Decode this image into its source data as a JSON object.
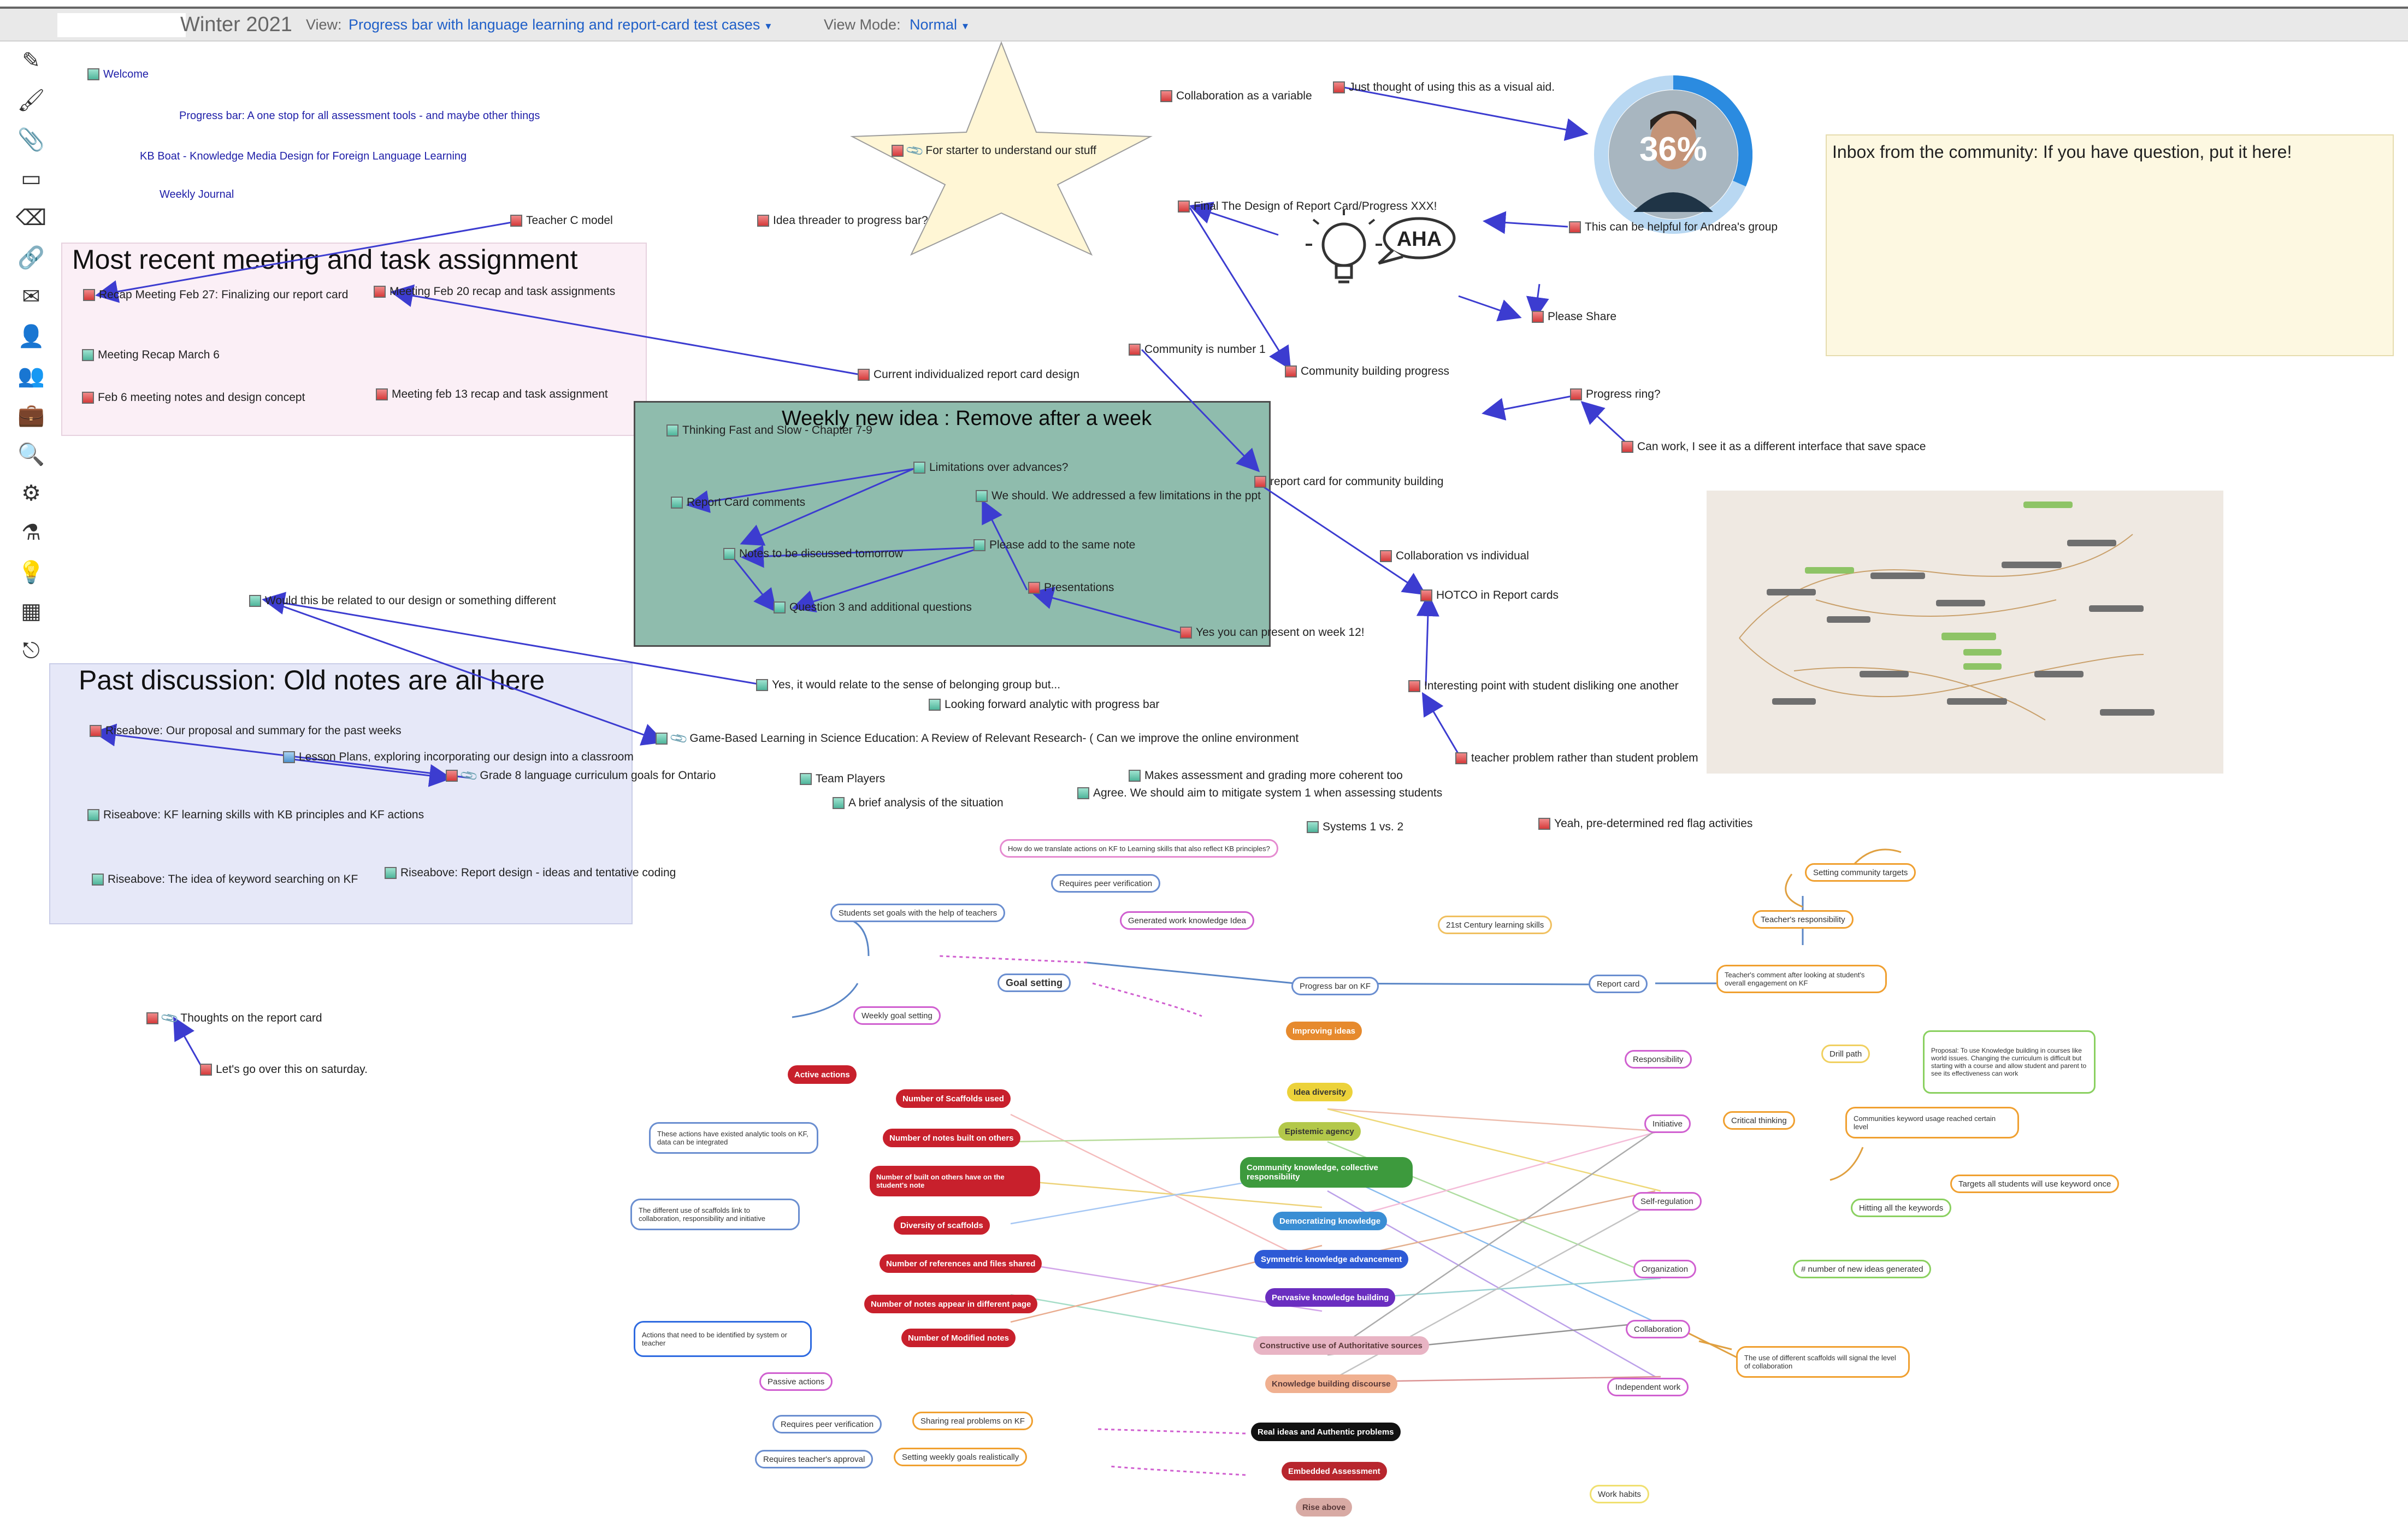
{
  "header": {
    "term": "Winter 2021",
    "view_label": "View:",
    "view_value": "Progress bar with language learning and report-card test cases",
    "mode_label": "View Mode:",
    "mode_value": "Normal"
  },
  "toolbar": [
    {
      "name": "pencil-icon",
      "glyph": "✎"
    },
    {
      "name": "brush-icon",
      "glyph": "🖌"
    },
    {
      "name": "paperclip-icon",
      "glyph": "📎"
    },
    {
      "name": "window-icon",
      "glyph": "▭"
    },
    {
      "name": "eraser-icon",
      "glyph": "⌫"
    },
    {
      "name": "link-icon",
      "glyph": "🔗"
    },
    {
      "name": "mail-icon",
      "glyph": "✉"
    },
    {
      "name": "user-icon",
      "glyph": "👤"
    },
    {
      "name": "users-icon",
      "glyph": "👥"
    },
    {
      "name": "briefcase-icon",
      "glyph": "💼"
    },
    {
      "name": "search-icon",
      "glyph": "🔍"
    },
    {
      "name": "gear-icon",
      "glyph": "⚙"
    },
    {
      "name": "flask-icon",
      "glyph": "⚗"
    },
    {
      "name": "lightbulb-icon",
      "glyph": "💡"
    },
    {
      "name": "grid-icon",
      "glyph": "▦"
    },
    {
      "name": "logout-icon",
      "glyph": "⎋"
    }
  ],
  "regions": {
    "recent": "Most recent meeting and task assignment",
    "weekly": "Weekly new idea : Remove after a week",
    "past": "Past discussion: Old notes are all here",
    "inbox": "Inbox from the community: If you have question, put it here!"
  },
  "avatar_pct": "36%",
  "aha_text": "AHA",
  "links": {
    "welcome": "Welcome",
    "progress": "Progress bar: A one stop for all assessment tools - and maybe other things",
    "kb_boat": "KB Boat - Knowledge Media Design for Foreign Language Learning",
    "journal": "Weekly Journal"
  },
  "notes": {
    "teacher_c": "Teacher C model",
    "recap27": "Recap Meeting Feb 27: Finalizing our report card",
    "feb20": "Meeting Feb 20 recap and task assignments",
    "march6": "Meeting Recap March 6",
    "feb6": "Feb 6 meeting notes and design concept",
    "feb13": "Meeting feb 13 recap and task assignment",
    "threader": "Idea threader to progress bar?",
    "starter": "For starter to understand our stuff",
    "collab_var": "Collaboration as a variable",
    "visual_aid": "Just thought of using this as a visual aid.",
    "final_design": "Final The Design of Report Card/Progress XXX!",
    "andrea": "This can be helpful for Andrea's group",
    "please_share": "Please Share",
    "community1": "Community is number 1",
    "community_progress": "Community building progress",
    "current_rc": "Current individualized report card design",
    "progress_ring": "Progress ring?",
    "can_work": "Can work, I see it as a different interface that save space",
    "thinking": "Thinking Fast and Slow - Chapter 7-9",
    "limitations": "Limitations over advances?",
    "rc_comments": "Report Card comments",
    "we_should": "We should. We addressed a few limitations in the ppt",
    "notes_discuss": "Notes to be discussed tomorrow",
    "please_add": "Please add to the same note",
    "presentations": "Presentations",
    "question3": "Question 3 and additional questions",
    "week12": "Yes you can present on week 12!",
    "rc_community": "report card for community building",
    "collab_indiv": "Collaboration vs individual",
    "hotco": "HOTCO in Report cards",
    "interesting": "Interesting point with student disliking one another",
    "teacher_problem": "teacher problem rather than student problem",
    "would_relate": "Would this be related to our design or something different",
    "yes_relate": "Yes, it would relate to the sense of belonging group but...",
    "looking_forward": "Looking forward analytic with progress bar",
    "game_based": "Game-Based Learning in Science Education: A Review of Relevant Research- ( Can we improve the online environment",
    "team_players": "Team Players",
    "brief_analysis": "A brief analysis of the situation",
    "coherent": "Makes assessment and grading more coherent too",
    "agree": "Agree. We should aim to mitigate system 1 when assessing students",
    "systems": "Systems 1 vs. 2",
    "red_flag": "Yeah, pre-determined red flag activities",
    "rise1": "Riseabove: Our proposal and summary for the past weeks",
    "lesson_plans": "Lesson Plans, exploring incorporating our design into a classroom",
    "grade8": "Grade 8 language curriculum goals for Ontario",
    "rise_kf": "Riseabove: KF learning skills with KB principles and KF actions",
    "rise_keyword": "Riseabove: The idea of keyword searching on KF",
    "rise_report": "Riseabove: Report design - ideas and tentative coding",
    "thoughts_rc": "Thoughts on the report card",
    "saturday": "Let's go over this on saturday."
  },
  "mindmap": {
    "goal_setting": "Goal setting",
    "progress_bar": "Progress bar on KF",
    "report_card": "Report card",
    "improving": "Improving ideas",
    "idea_diversity": "Idea diversity",
    "epistemic": "Epistemic agency",
    "community_knowledge": "Community knowledge, collective responsibility",
    "democratizing": "Democratizing knowledge",
    "symmetric": "Symmetric knowledge advancement",
    "pervasive": "Pervasive knowledge building",
    "constructive": "Constructive use of Authoritative sources",
    "kb_discourse": "Knowledge building discourse",
    "real_ideas": "Real ideas and Authentic problems",
    "embedded": "Embedded Assessment",
    "rise_above": "Rise above",
    "active_actions": "Active actions",
    "num_scaffolds": "Number of Scaffolds used",
    "num_notes_built": "Number of notes built on others",
    "num_built_by_others": "Number of built on others have on the student's note",
    "diversity_scaffolds": "Diversity of scaffolds",
    "num_references": "Number of references and files shared",
    "num_notes_pages": "Number of notes appear in different page",
    "num_modified": "Number of Modified notes",
    "passive_actions": "Passive actions",
    "responsibility": "Responsibility",
    "initiative": "Initiative",
    "critical": "Critical thinking",
    "self_regulation": "Self-regulation",
    "organization": "Organization",
    "collaboration": "Collaboration",
    "independent": "Independent work",
    "work_habits": "Work habits",
    "setting_targets": "Setting community targets",
    "teacher_resp": "Teacher's responsibility",
    "teacher_comment": "Teacher's comment after looking at student's overall engagement on KF",
    "students_goals": "Students set goals with the help of teachers",
    "requires_verification": "Requires peer verification",
    "generated_work": "Generated work knowledge Idea",
    "weekly_goal": "Weekly goal setting",
    "twenty_first": "21st Century learning skills",
    "how_translate": "How do we translate actions on KF to Learning skills that also reflect KB principles?",
    "these_actions": "These actions have existed analytic tools on KF, data can be integrated",
    "different_use": "The different use of scaffolds link to collaboration, responsibility and initiative",
    "actions_identified": "Actions that need to be identified by system or teacher",
    "sharing_problems": "Sharing real problems on KF",
    "req_peer_verif": "Requires peer verification",
    "setting_weekly": "Setting weekly goals realistically",
    "req_teacher": "Requires teacher's approval",
    "drill_path": "Drill path",
    "proposal": "Proposal: To use Knowledge building in courses like world issues. Changing the curriculum is difficult but starting with a course and allow student and parent to see its effectiveness can work",
    "communities_keyword": "Communities keyword usage reached certain level",
    "targets_all": "Targets all students will use keyword once",
    "hitting_keywords": "Hitting all the keywords",
    "num_new_ideas": "# number of new ideas generated",
    "scaffolds_align": "The use of different scaffolds will signal the level of collaboration"
  },
  "colors": {
    "accent_link": "#1f5fc8",
    "recent_bg": "#fbeff6",
    "weekly_bg": "#8fbcad",
    "past_bg": "#e6e8f8",
    "inbox_bg": "#fdf8e1",
    "star_fill": "#fff6d5",
    "arrow": "#3c3cd0"
  }
}
